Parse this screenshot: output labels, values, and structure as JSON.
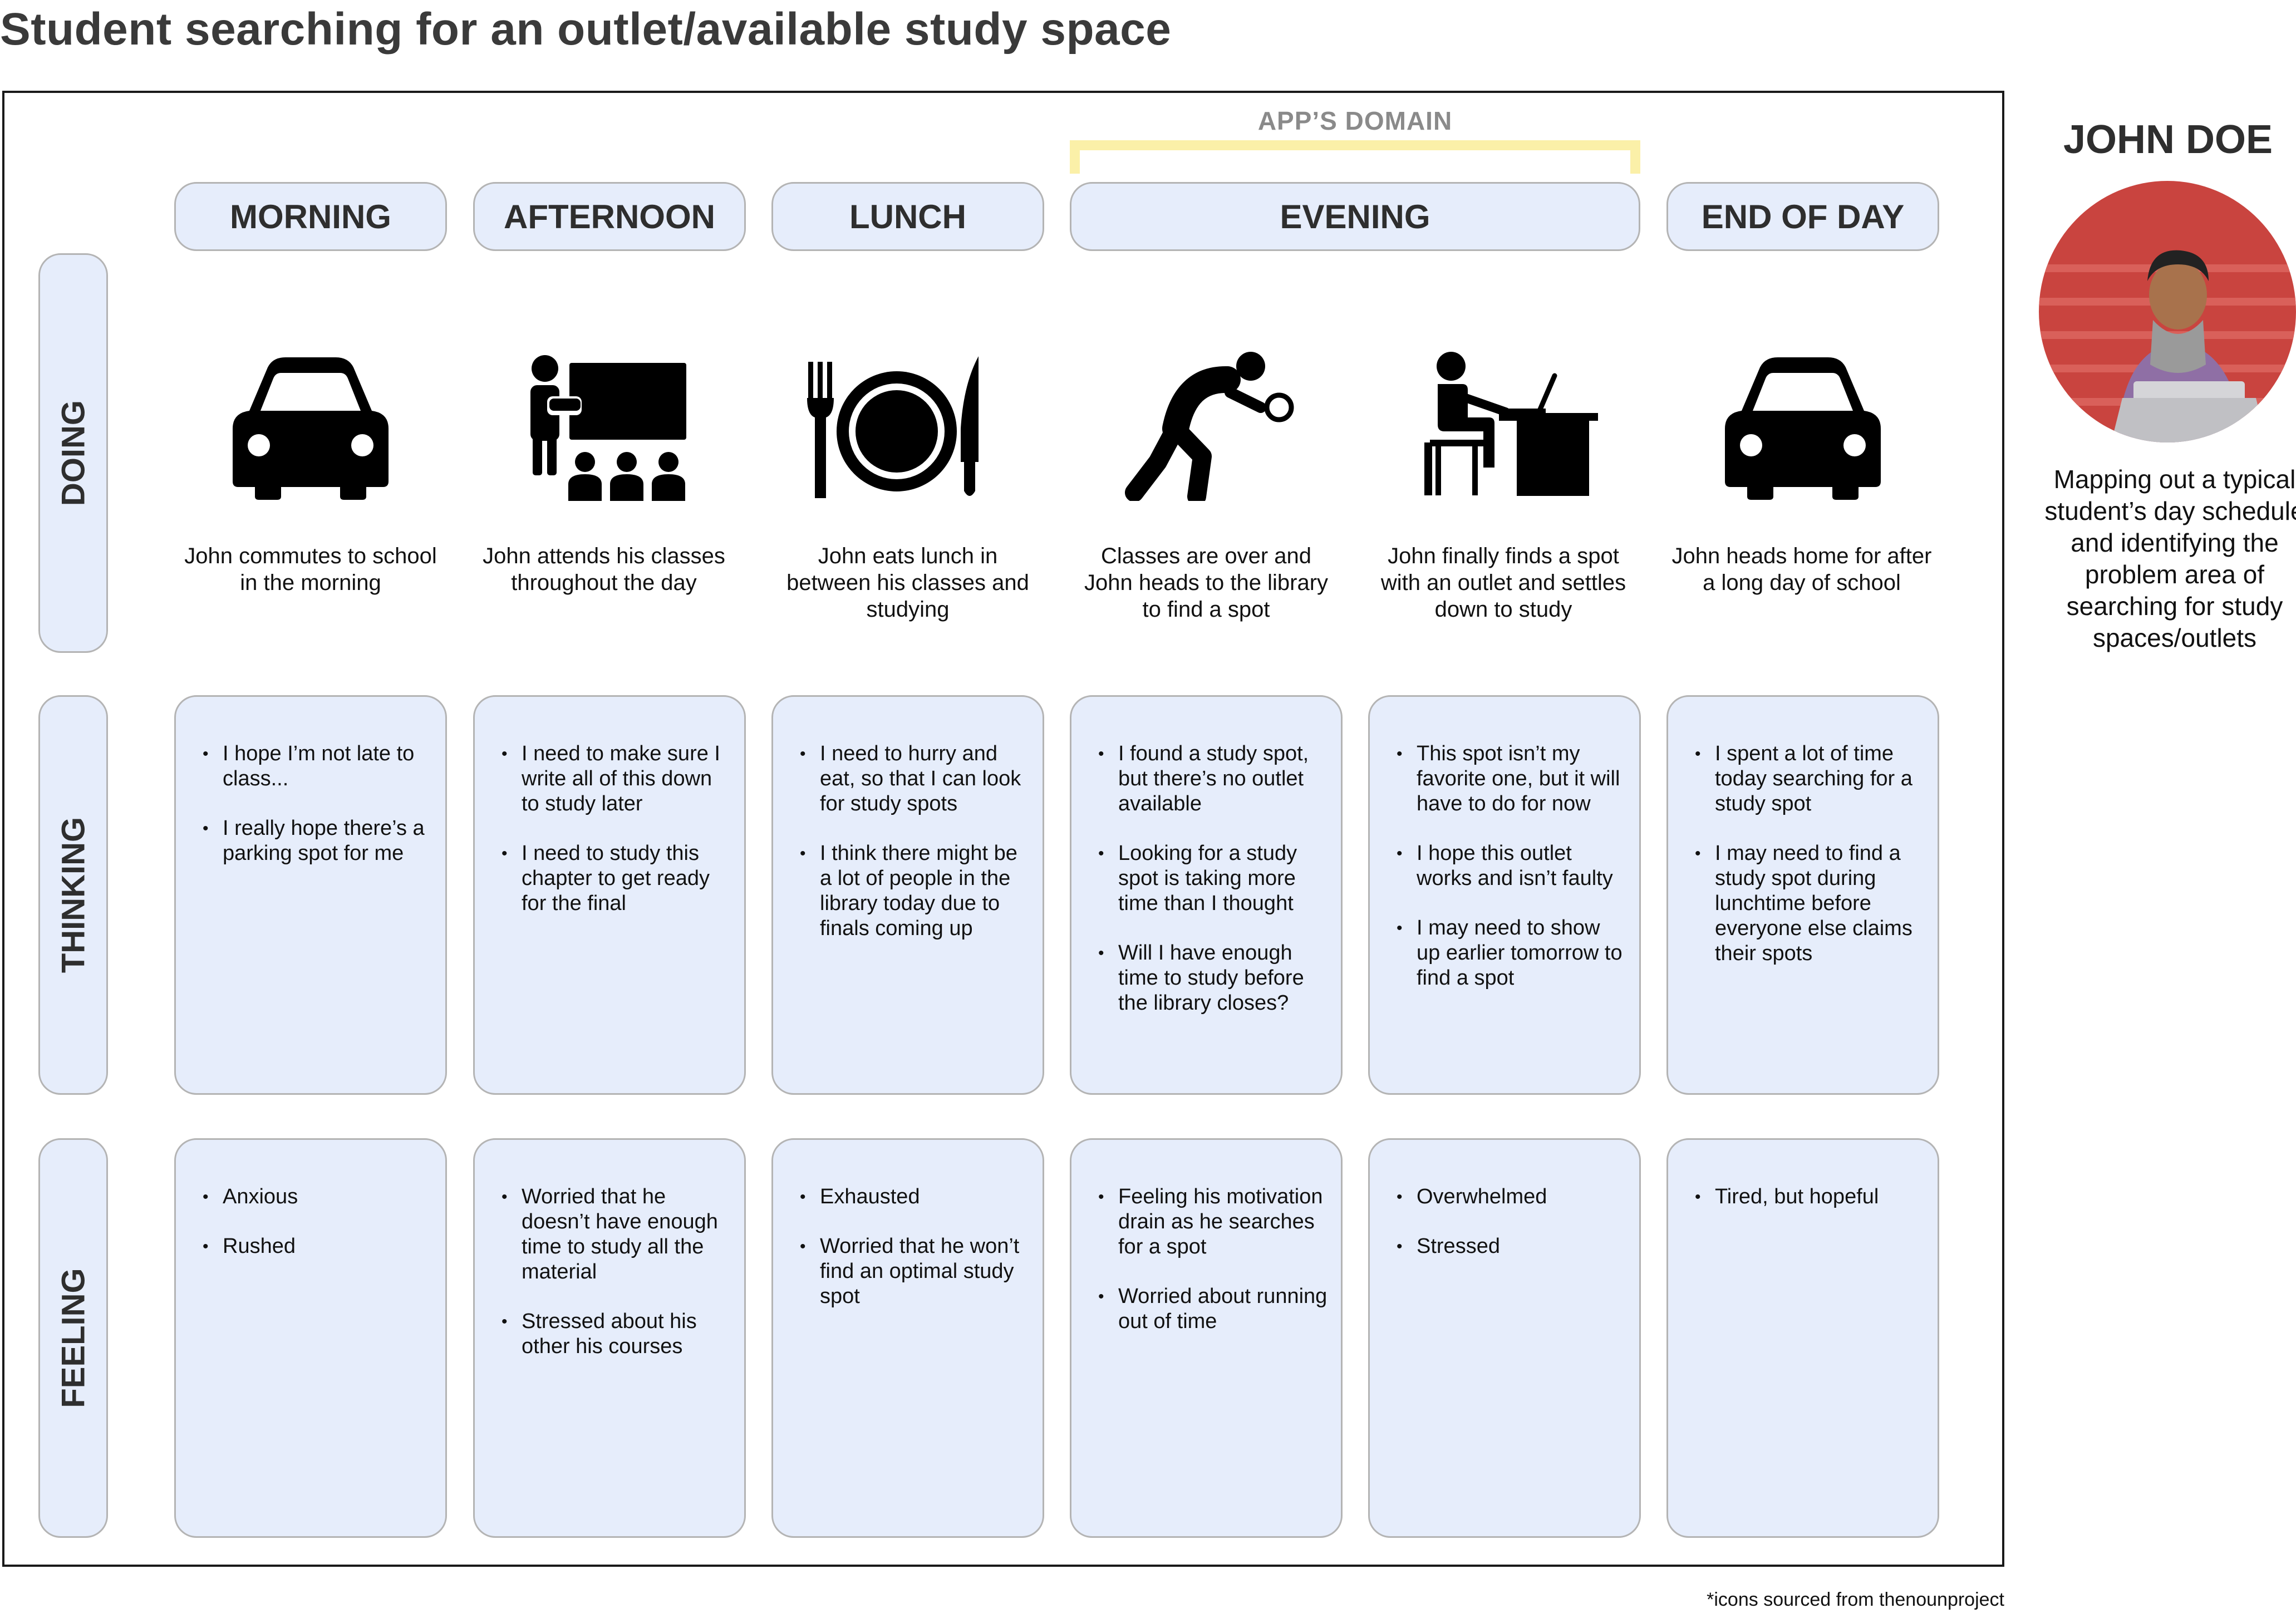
{
  "title": "Student searching for an outlet/available study space",
  "apps_domain_label": "APP’S DOMAIN",
  "columns": {
    "morning": "MORNING",
    "afternoon": "AFTERNOON",
    "lunch": "LUNCH",
    "evening": "EVENING",
    "end_of_day": "END OF DAY"
  },
  "rows": {
    "doing": "DOING",
    "thinking": "THINKING",
    "feeling": "FEELING"
  },
  "steps": [
    {
      "icon": "car-icon",
      "doing": "John commutes to school in the morning",
      "thinking": [
        "I hope I’m not late to class...",
        "I really hope there’s a parking spot for me"
      ],
      "feeling": [
        "Anxious",
        "Rushed"
      ]
    },
    {
      "icon": "classroom-teacher-icon",
      "doing": "John attends his classes throughout the day",
      "thinking": [
        "I need to make sure I write all of this down to study later",
        "I need to study this chapter to get ready for the final"
      ],
      "feeling": [
        "Worried that he doesn’t have enough time to study all the material",
        "Stressed about his other his courses"
      ]
    },
    {
      "icon": "plate-fork-knife-icon",
      "doing": "John eats lunch in between his classes and studying",
      "thinking": [
        "I need to hurry and eat, so that I can look for study spots",
        "I think there might be a lot of people in the library today due to finals coming up"
      ],
      "feeling": [
        "Exhausted",
        "Worried that he won’t find an optimal study spot"
      ]
    },
    {
      "icon": "person-searching-icon",
      "doing": "Classes are over and John heads to the library to find a spot",
      "thinking": [
        "I found a study spot, but there’s no outlet available",
        "Looking for a study spot is taking more time than I thought",
        "Will I have enough time to study before the library closes?"
      ],
      "feeling": [
        "Feeling his motivation drain as he searches for a spot",
        "Worried about running out of time"
      ]
    },
    {
      "icon": "person-at-desk-laptop-icon",
      "doing": "John finally finds a spot with an outlet and settles down to study",
      "thinking": [
        "This spot isn’t my favorite one, but it will have to do for now",
        "I hope this outlet works and isn’t faulty",
        "I may need to show up earlier tomorrow to find a spot"
      ],
      "feeling": [
        "Overwhelmed",
        "Stressed"
      ]
    },
    {
      "icon": "car-icon",
      "doing": "John heads home for after a long day of school",
      "thinking": [
        "I spent a lot of time today searching for a study spot",
        "I may need to find a study spot during lunchtime before everyone else claims their spots"
      ],
      "feeling": [
        "Tired, but hopeful"
      ]
    }
  ],
  "persona": {
    "name": "JOHN DOE",
    "photo": "student-with-laptop-photo",
    "description": "Mapping out a typical student’s day schedule and identifying the problem area of searching for study spaces/outlets"
  },
  "footnote": "*icons sourced from thenounproject",
  "colors": {
    "card_fill": "#e6edfb",
    "card_border": "#b4b4b4",
    "app_domain_bracket": "#fbf0a8",
    "heading_text": "#2e2e2e"
  }
}
